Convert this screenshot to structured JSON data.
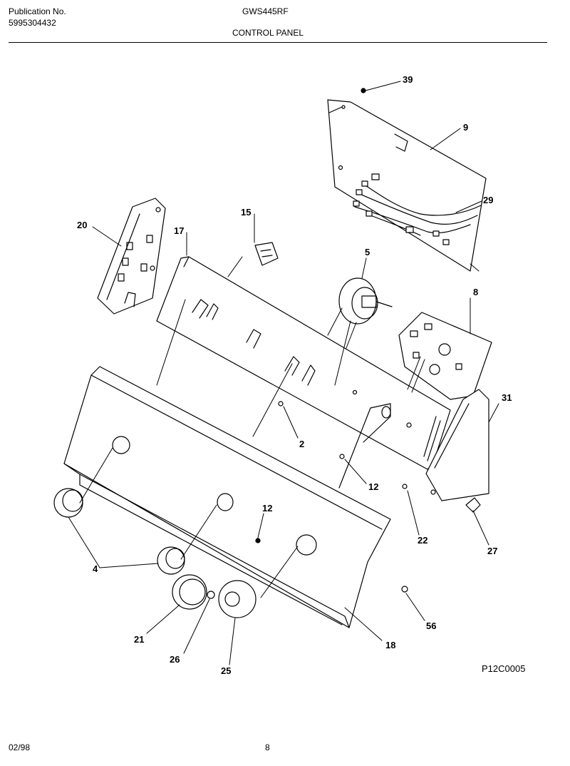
{
  "header": {
    "pub_label": "Publication No.",
    "pub_number": "5995304432",
    "model": "GWS445RF",
    "section": "CONTROL PANEL"
  },
  "callouts": {
    "c39": "39",
    "c9": "9",
    "c29": "29",
    "c20": "20",
    "c17": "17",
    "c15": "15",
    "c5": "5",
    "c8": "8",
    "c31": "31",
    "c2": "2",
    "c12a": "12",
    "c12b": "12",
    "c22": "22",
    "c27": "27",
    "c4": "4",
    "c21": "21",
    "c26": "26",
    "c25": "25",
    "c18": "18",
    "c56": "56"
  },
  "drawing_code": "P12C0005",
  "footer": {
    "date": "02/98",
    "page": "8"
  }
}
